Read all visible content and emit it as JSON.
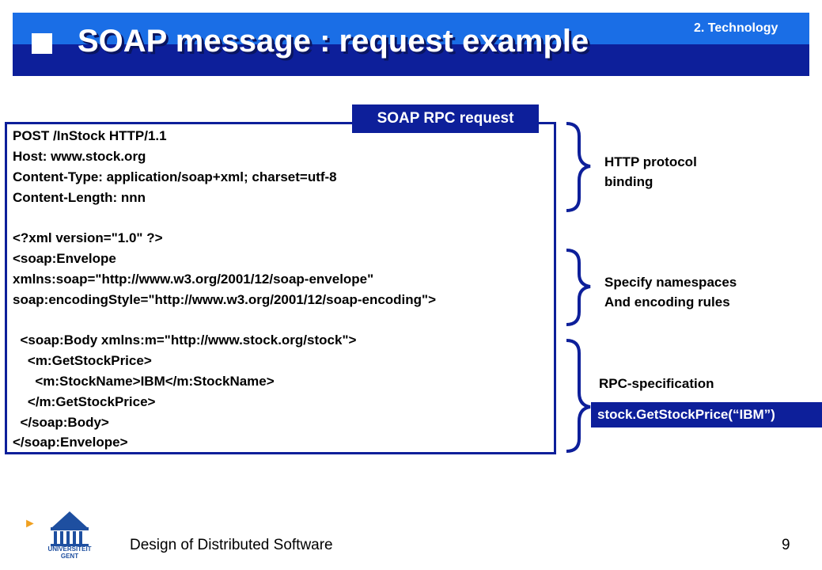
{
  "header": {
    "title": "SOAP message : request example",
    "section": "2. Technology"
  },
  "rpc_tag": "SOAP RPC request",
  "code_lines": [
    "POST /InStock HTTP/1.1",
    "Host: www.stock.org",
    "Content-Type: application/soap+xml; charset=utf-8",
    "Content-Length: nnn",
    "<?xml version=\"1.0\" ?>",
    "<soap:Envelope",
    "xmlns:soap=\"http://www.w3.org/2001/12/soap-envelope\"",
    "soap:encodingStyle=\"http://www.w3.org/2001/12/soap-encoding\">",
    "  <soap:Body xmlns:m=\"http://www.stock.org/stock\">",
    "    <m:GetStockPrice>",
    "      <m:StockName>IBM</m:StockName>",
    "    </m:GetStockPrice>",
    "  </soap:Body>",
    "</soap:Envelope>"
  ],
  "annotations": {
    "http_binding_1": "HTTP protocol",
    "http_binding_2": "binding",
    "namespaces_1": "Specify namespaces",
    "namespaces_2": "And encoding rules",
    "rpc_spec": "RPC-specification",
    "rpc_call": "stock.GetStockPrice(“IBM”)"
  },
  "footer": {
    "logo_line1": "UNIVERSITEIT",
    "logo_line2": "GENT",
    "course": "Design of Distributed Software",
    "page_number": "9"
  },
  "colors": {
    "header_light": "#1a6ee6",
    "header_dark": "#0d1f9a",
    "accent_orange": "#f0a020"
  }
}
